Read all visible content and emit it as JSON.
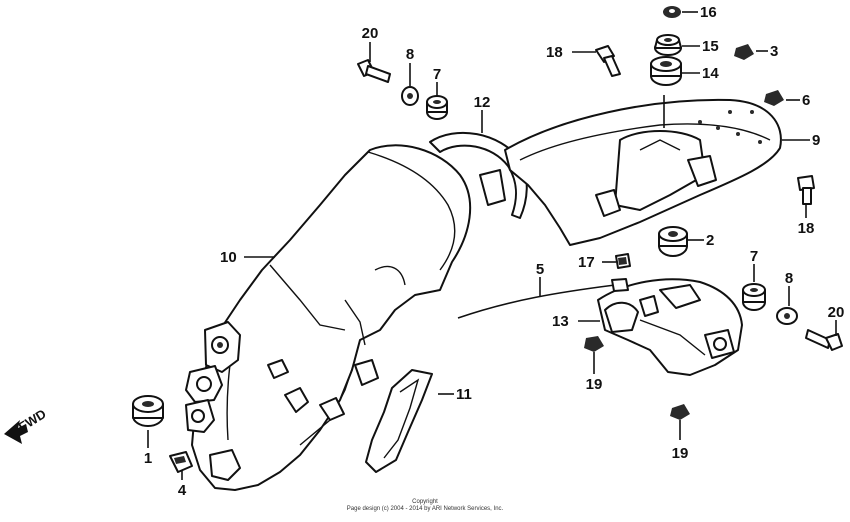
{
  "direction_label": "FWD",
  "callouts": [
    "1",
    "2",
    "3",
    "4",
    "5",
    "6",
    "7",
    "7",
    "8",
    "8",
    "9",
    "10",
    "11",
    "12",
    "13",
    "14",
    "15",
    "16",
    "17",
    "18",
    "18",
    "19",
    "19",
    "20",
    "20"
  ],
  "copyright": {
    "line1": "Copyright",
    "line2": "Page design (c) 2004 - 2014 by ARI Network Services, Inc."
  }
}
